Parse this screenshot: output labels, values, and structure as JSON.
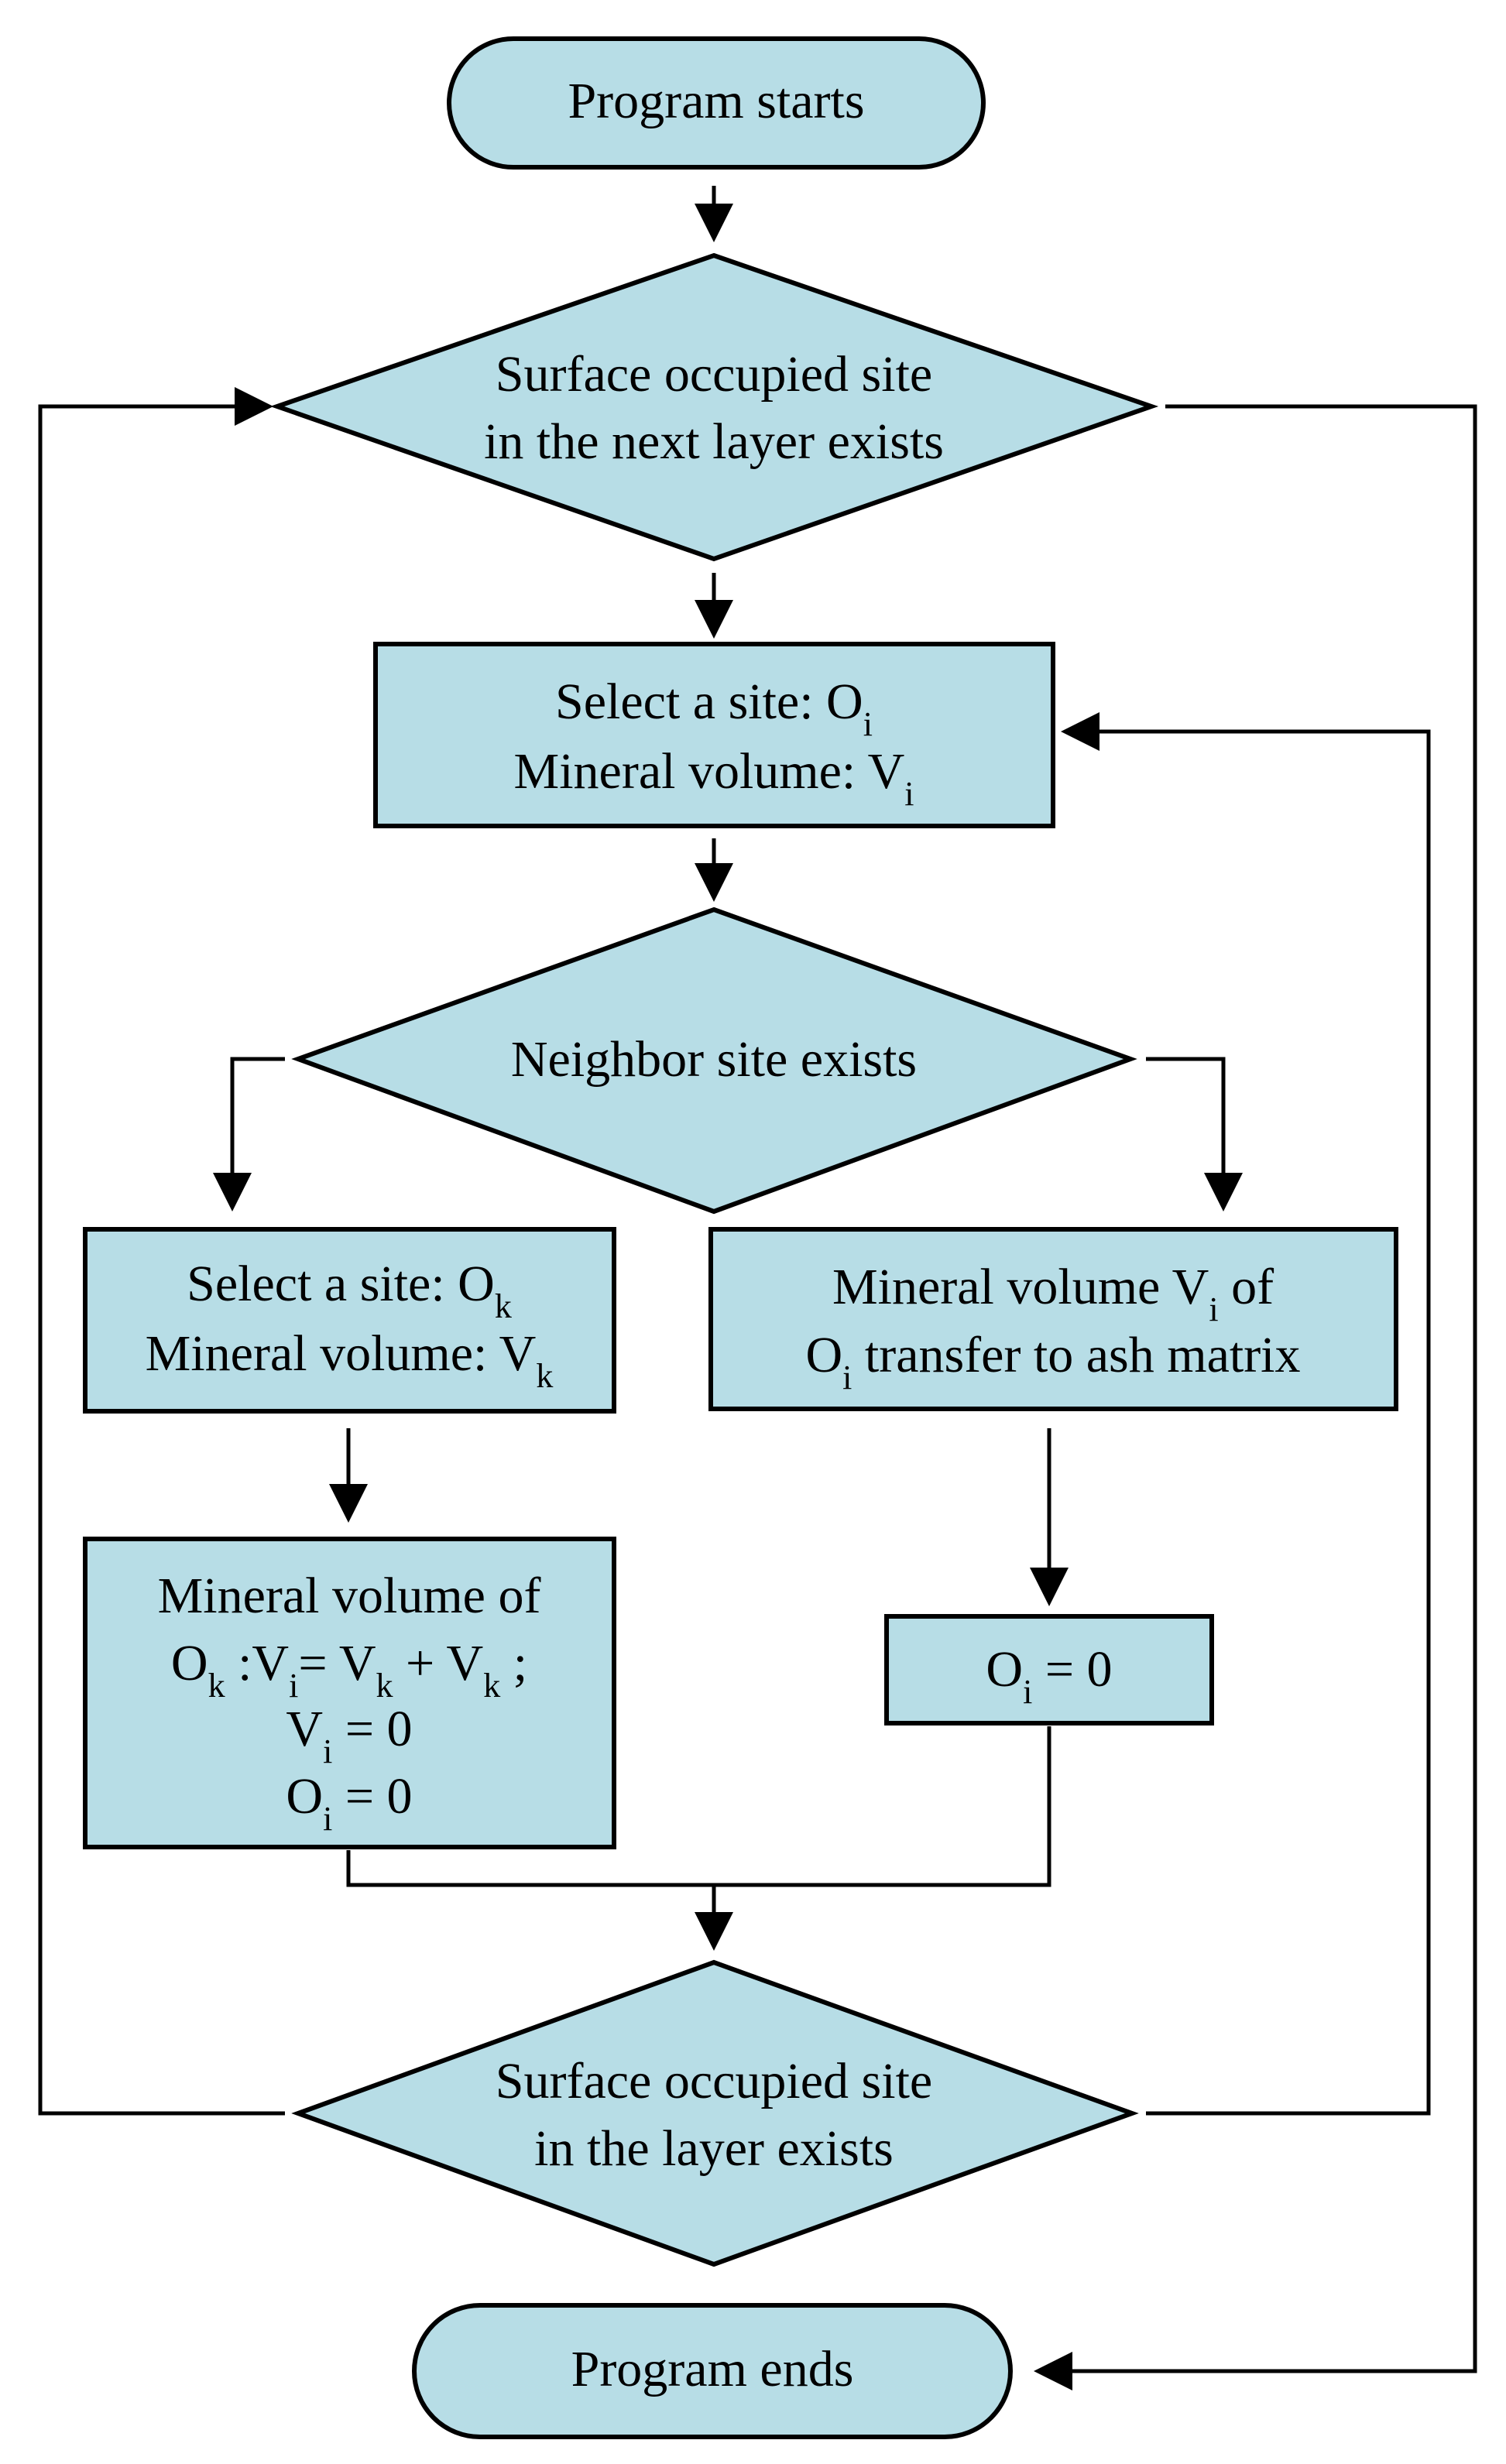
{
  "title": "",
  "nodes": {
    "program_starts": {
      "text": "Program starts",
      "type": "terminator"
    },
    "surface_next_layer": {
      "lines": [
        "Surface occupied site",
        "in the next layer exists"
      ],
      "type": "decision"
    },
    "select_site_i": {
      "line1": {
        "text": "Select a site: O",
        "sub": "i"
      },
      "line2": {
        "text": "Mineral volume: V",
        "sub": "i"
      },
      "type": "process"
    },
    "neighbor_exists": {
      "text": "Neighbor site exists",
      "type": "decision"
    },
    "select_site_k": {
      "line1": {
        "text": "Select a site: O",
        "sub": "k"
      },
      "line2": {
        "text": "Mineral volume: V",
        "sub": "k"
      },
      "type": "process"
    },
    "transfer_ash": {
      "line1": {
        "a": "Mineral volume V",
        "sub": "i",
        "b": " of"
      },
      "line2": {
        "a": "O",
        "sub": "i",
        "b": " transfer to ash matrix"
      },
      "type": "process"
    },
    "mineral_update": {
      "line1": "Mineral volume of",
      "line2": {
        "a": "O",
        "sub1": "k",
        "b": " :V",
        "sub2": "i",
        "c": "= V",
        "sub3": "k",
        "d": " + V",
        "sub4": "k",
        "e": " ;"
      },
      "line3": {
        "a": "V",
        "sub": "i",
        "b": " = 0"
      },
      "line4": {
        "a": "O",
        "sub": "i",
        "b": " = 0"
      },
      "type": "process"
    },
    "oi_zero": {
      "a": "O",
      "sub": "i",
      "b": " = 0",
      "type": "process"
    },
    "surface_layer": {
      "lines": [
        "Surface occupied site",
        "in the layer exists"
      ],
      "type": "decision"
    },
    "program_ends": {
      "text": "Program ends",
      "type": "terminator"
    }
  },
  "edges": [
    {
      "from": "program_starts",
      "to": "surface_next_layer"
    },
    {
      "from": "surface_next_layer",
      "to": "select_site_i"
    },
    {
      "from": "surface_next_layer",
      "to": "program_ends"
    },
    {
      "from": "select_site_i",
      "to": "neighbor_exists"
    },
    {
      "from": "neighbor_exists",
      "to": "select_site_k"
    },
    {
      "from": "neighbor_exists",
      "to": "transfer_ash"
    },
    {
      "from": "select_site_k",
      "to": "mineral_update"
    },
    {
      "from": "transfer_ash",
      "to": "oi_zero"
    },
    {
      "from": "mineral_update",
      "to": "surface_layer"
    },
    {
      "from": "oi_zero",
      "to": "surface_layer"
    },
    {
      "from": "surface_layer",
      "to": "surface_next_layer"
    },
    {
      "from": "surface_layer",
      "to": "select_site_i"
    }
  ],
  "colors": {
    "fill": "#b7dde6",
    "stroke": "#000000",
    "text": "#000000"
  }
}
